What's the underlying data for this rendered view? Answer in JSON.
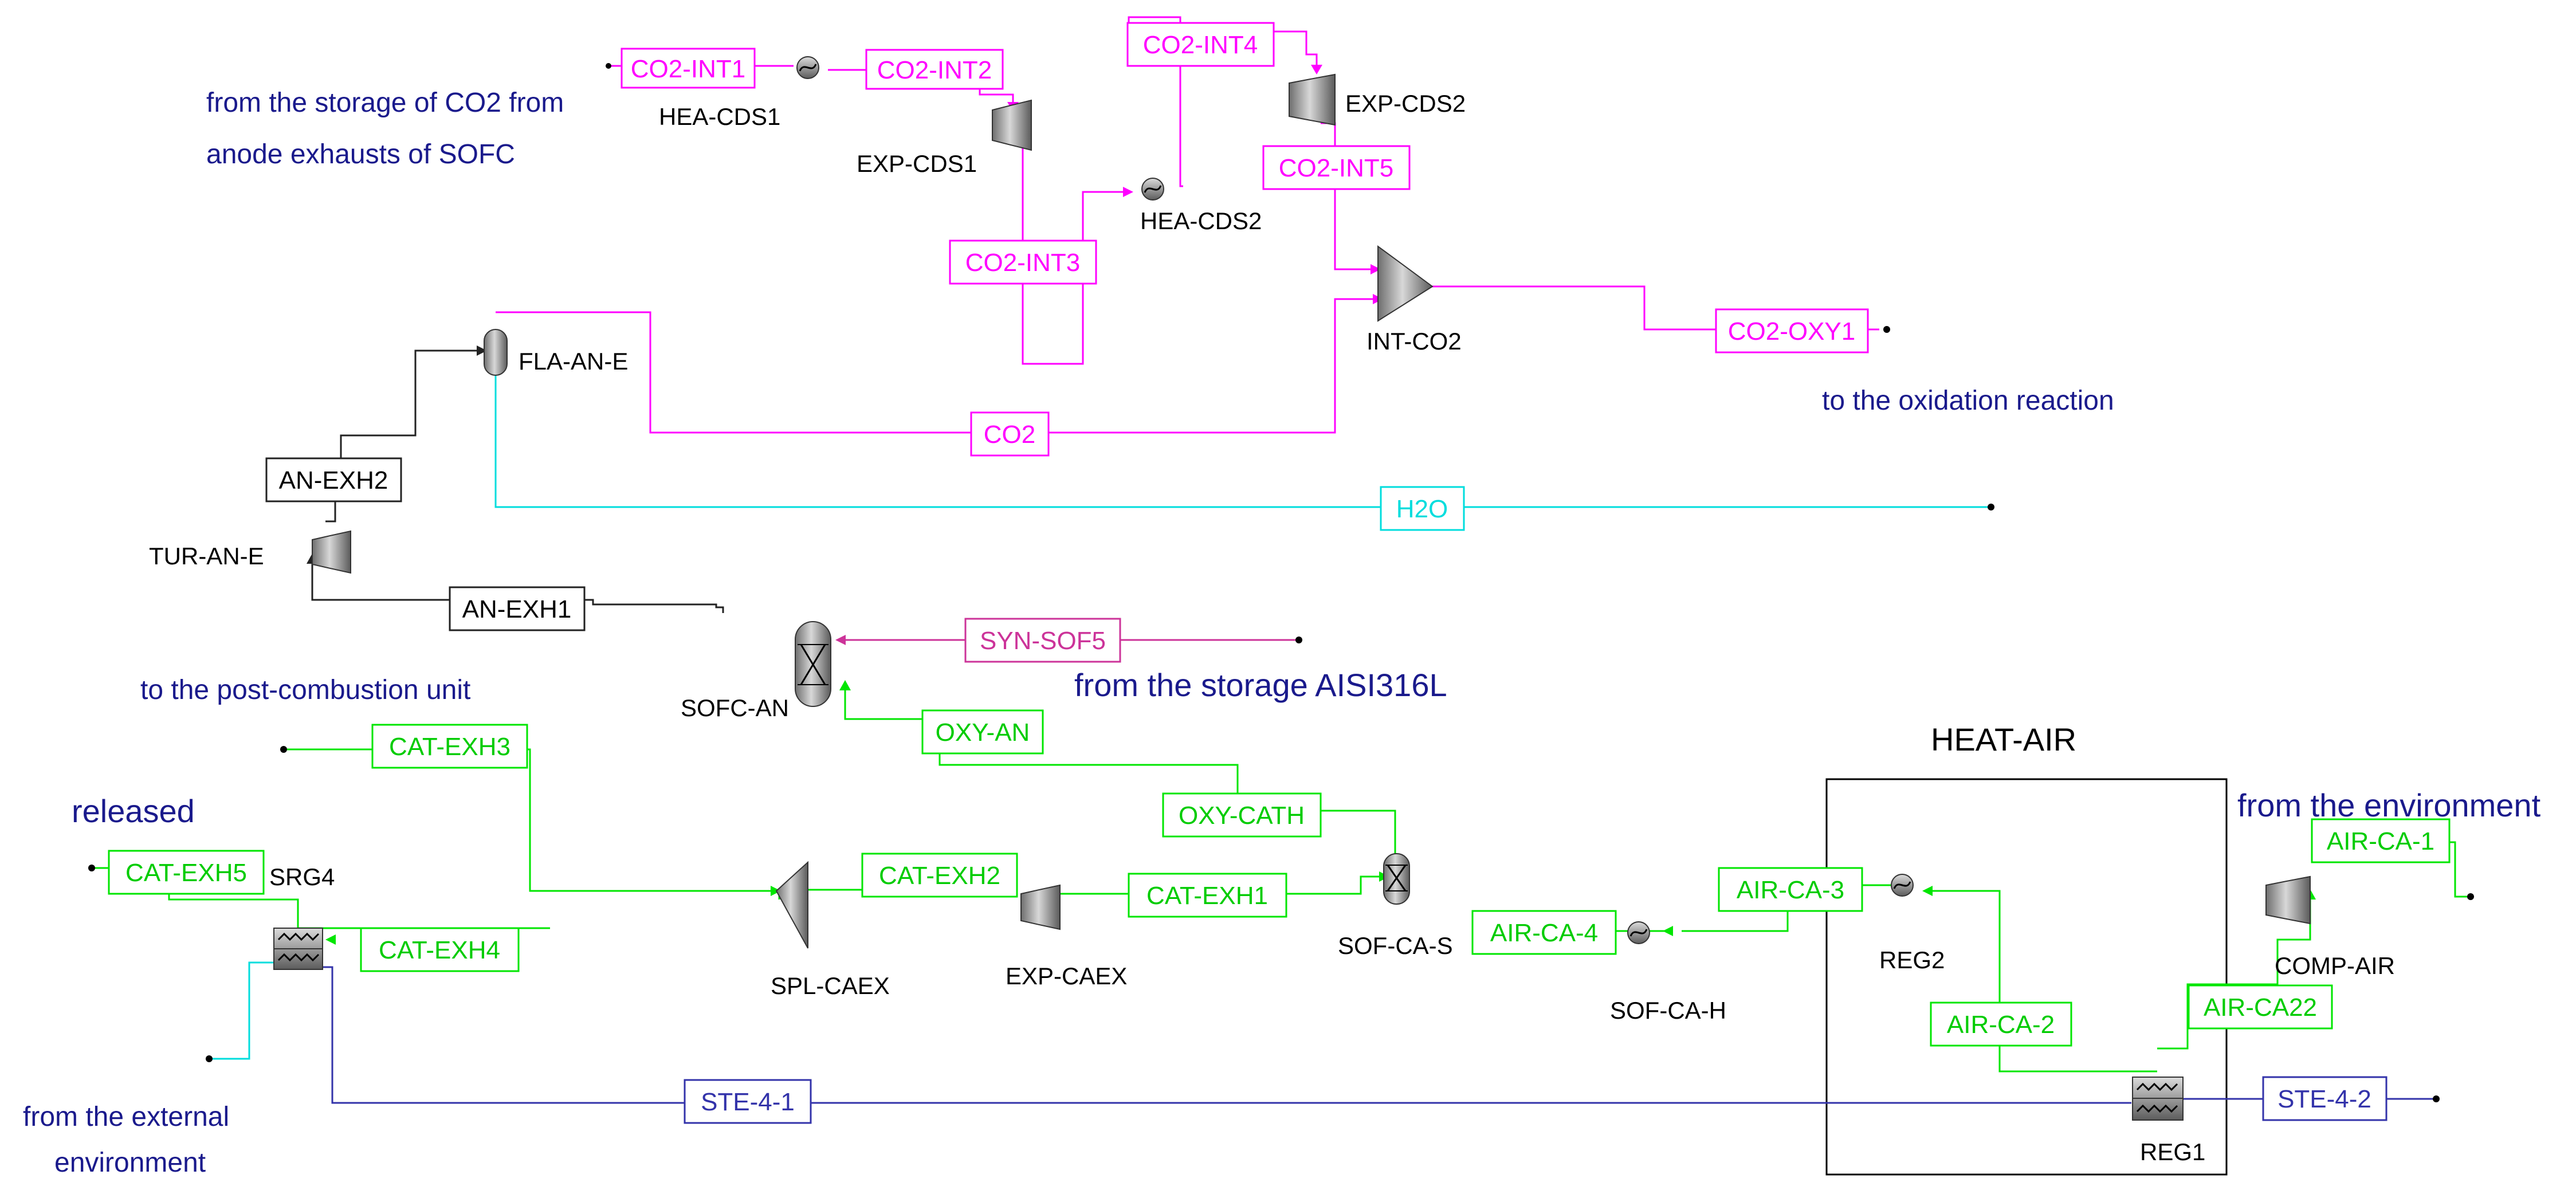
{
  "colors": {
    "co2": "#ff00ff",
    "syn": "#cc3399",
    "air": "#00e600",
    "steam": "#3333aa",
    "water": "#00dddd",
    "anode": "#222222",
    "note": "#1a1a8c"
  },
  "streams": {
    "co2_int1": "CO2-INT1",
    "co2_int2": "CO2-INT2",
    "co2_int3": "CO2-INT3",
    "co2_int4": "CO2-INT4",
    "co2_int5": "CO2-INT5",
    "co2_oxy1": "CO2-OXY1",
    "co2": "CO2",
    "h2o": "H2O",
    "an_exh1": "AN-EXH1",
    "an_exh2": "AN-EXH2",
    "syn_sof5": "SYN-SOF5",
    "oxy_an": "OXY-AN",
    "oxy_cath": "OXY-CATH",
    "cat_exh1": "CAT-EXH1",
    "cat_exh2": "CAT-EXH2",
    "cat_exh3": "CAT-EXH3",
    "cat_exh4": "CAT-EXH4",
    "cat_exh5": "CAT-EXH5",
    "air_ca_1": "AIR-CA-1",
    "air_ca_2": "AIR-CA-2",
    "air_ca_3": "AIR-CA-3",
    "air_ca_4": "AIR-CA-4",
    "air_ca22": "AIR-CA22",
    "ste_4_1": "STE-4-1",
    "ste_4_2": "STE-4-2"
  },
  "blocks": {
    "hea_cds1": "HEA-CDS1",
    "exp_cds1": "EXP-CDS1",
    "hea_cds2": "HEA-CDS2",
    "exp_cds2": "EXP-CDS2",
    "int_co2": "INT-CO2",
    "fla_an_e": "FLA-AN-E",
    "tur_an_e": "TUR-AN-E",
    "sofc_an": "SOFC-AN",
    "srg4": "SRG4",
    "spl_caex": "SPL-CAEX",
    "exp_caex": "EXP-CAEX",
    "sof_ca_s": "SOF-CA-S",
    "sof_ca_h": "SOF-CA-H",
    "reg2": "REG2",
    "reg1": "REG1",
    "comp_air": "COMP-AIR"
  },
  "notes": {
    "co2_storage_line1": "from the storage of CO2 from",
    "co2_storage_line2": "anode exhausts of SOFC",
    "oxidation": "to the oxidation reaction",
    "post_combustion": "to the post-combustion unit",
    "aisi": "from the storage AISI316L",
    "released": "released",
    "environment": "from the environment",
    "external_line1": "from the external",
    "external_line2": "environment"
  },
  "heat_air_title": "HEAT-AIR"
}
